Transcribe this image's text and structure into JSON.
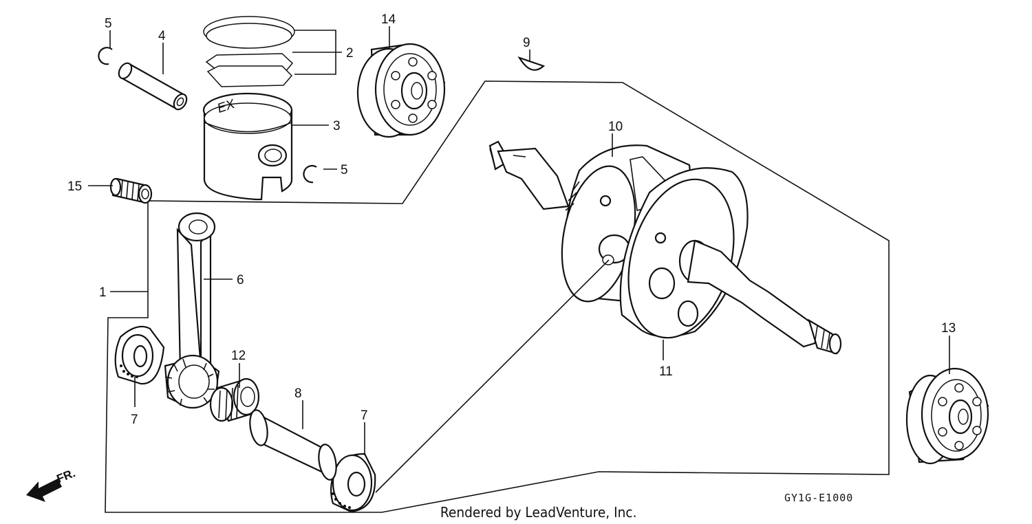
{
  "diagram": {
    "callouts": [
      {
        "id": "c1",
        "label": "1"
      },
      {
        "id": "c2",
        "label": "2"
      },
      {
        "id": "c3",
        "label": "3"
      },
      {
        "id": "c4",
        "label": "4"
      },
      {
        "id": "c5a",
        "label": "5"
      },
      {
        "id": "c5b",
        "label": "5"
      },
      {
        "id": "c6",
        "label": "6"
      },
      {
        "id": "c7a",
        "label": "7"
      },
      {
        "id": "c7b",
        "label": "7"
      },
      {
        "id": "c8",
        "label": "8"
      },
      {
        "id": "c9",
        "label": "9"
      },
      {
        "id": "c10",
        "label": "10"
      },
      {
        "id": "c11",
        "label": "11"
      },
      {
        "id": "c12",
        "label": "12"
      },
      {
        "id": "c13",
        "label": "13"
      },
      {
        "id": "c14",
        "label": "14"
      },
      {
        "id": "c15",
        "label": "15"
      }
    ],
    "piston_mark": "EX",
    "direction_label": "FR.",
    "diagram_code": "GY1G-E1000",
    "credit": "Rendered by LeadVenture, Inc."
  }
}
